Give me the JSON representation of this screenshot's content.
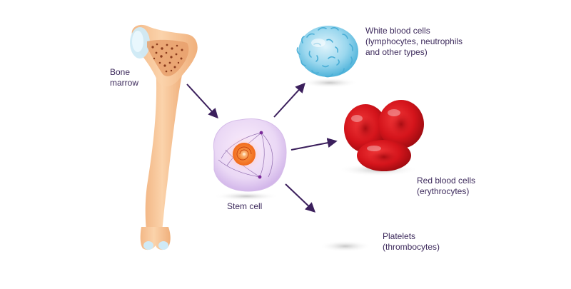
{
  "labels": {
    "bone_marrow": "Bone\nmarrow",
    "stem_cell": "Stem cell",
    "white_blood_cells": "White blood cells\n(lymphocytes, neutrophils\nand other types)",
    "red_blood_cells": "Red blood cells\n(erythrocytes)",
    "platelets": "Platelets\n(thrombocytes)"
  },
  "colors": {
    "label_text": "#3d2a5c",
    "arrow": "#3b1f5c",
    "bone": "#f9c99b",
    "marrow": "#8a3b1c",
    "stem_cell": "#e6d3f2",
    "nucleus": "#f26a1b",
    "white_cell": "#7ccbe8",
    "red_cell": "#d4141b"
  },
  "icons": {
    "bone": "femur-bone-icon",
    "stem": "stem-cell-icon",
    "wbc": "white-blood-cell-icon",
    "rbc": "red-blood-cells-icon",
    "platelet": "platelet-shadow-icon"
  }
}
